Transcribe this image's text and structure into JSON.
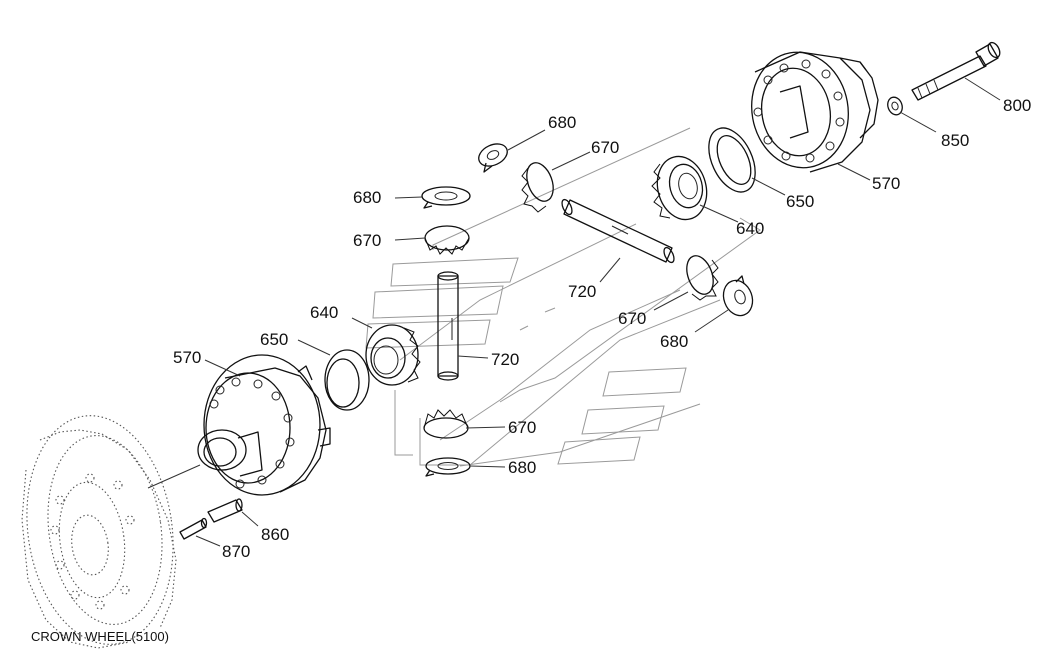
{
  "caption": "CROWN WHEEL(5100)",
  "parts": {
    "p800": "800",
    "p850": "850",
    "p570_right": "570",
    "p650_right": "650",
    "p640_right": "640",
    "p680_top": "680",
    "p670_top": "670",
    "p680_left": "680",
    "p670_left": "670",
    "p720_upper": "720",
    "p670_mid_right": "670",
    "p680_mid_right": "680",
    "p640_left": "640",
    "p650_left": "650",
    "p570_left": "570",
    "p720_lower": "720",
    "p670_bottom": "670",
    "p680_bottom": "680",
    "p860": "860",
    "p870": "870"
  }
}
